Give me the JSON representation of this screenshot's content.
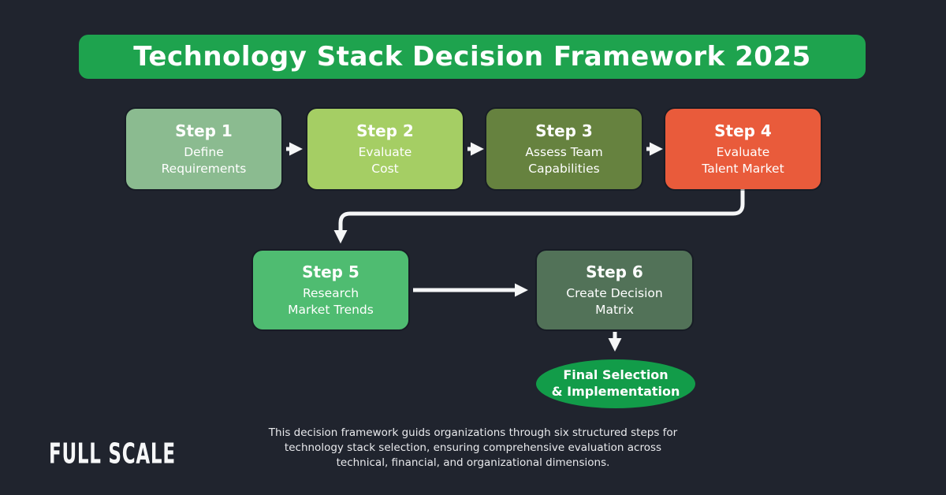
{
  "background_color": "#20242E",
  "banner": {
    "title": "Technology Stack Decision Framework 2025",
    "bg_color": "#1EA34E",
    "text_color": "#FFFFFF"
  },
  "steps": [
    {
      "label": "Step 1",
      "description": "Define\nRequirements",
      "color": "#8BBB90"
    },
    {
      "label": "Step 2",
      "description": "Evaluate\nCost",
      "color": "#A5CE64"
    },
    {
      "label": "Step 3",
      "description": "Assess Team\nCapabilities",
      "color": "#66823F"
    },
    {
      "label": "Step 4",
      "description": "Evaluate\nTalent Market",
      "color": "#E95B3B"
    },
    {
      "label": "Step 5",
      "description": "Research\nMarket Trends",
      "color": "#4FBC71"
    },
    {
      "label": "Step 6",
      "description": "Create Decision\nMatrix",
      "color": "#527258"
    }
  ],
  "final_node": {
    "label": "Final Selection\n& Implementation",
    "bg_color": "#129C49"
  },
  "footer": {
    "description": "This decision framework guids organizations through six structured steps for\ntechnology stack selection, ensuring comprehensive evaluation across\ntechnical, financial, and organizational dimensions.",
    "logo_text": "FULL SCALE"
  },
  "connector_color": "#F5F6F7"
}
